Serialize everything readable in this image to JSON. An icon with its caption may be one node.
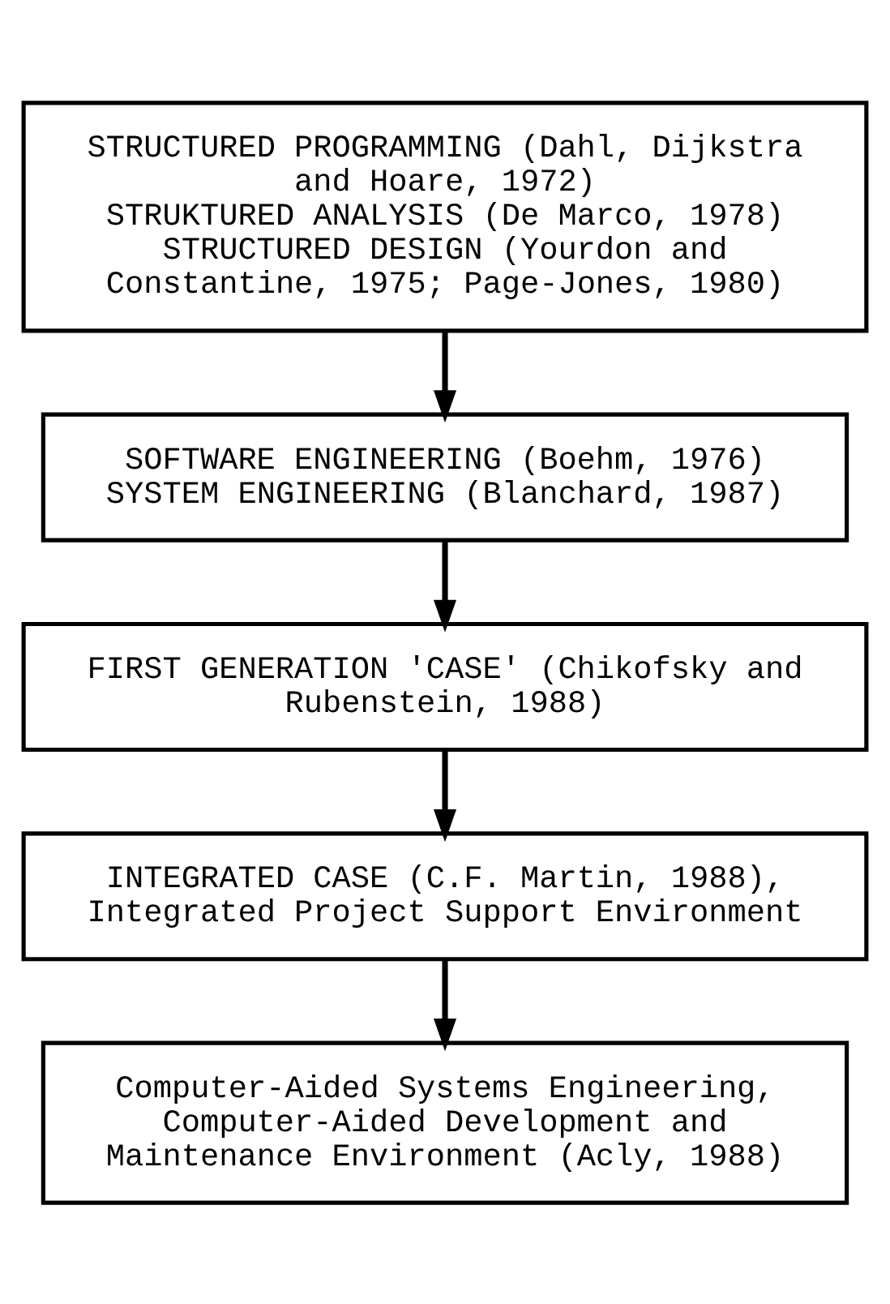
{
  "diagram": {
    "nodes": [
      {
        "text": [
          "STRUCTURED PROGRAMMING (Dahl, Dijkstra and Hoare, 1972)",
          "STRUKTURED ANALYSIS (De Marco, 1978)",
          "STRUCTURED DESIGN (Yourdon and Constantine, 1975; Page-Jones, 1980)"
        ]
      },
      {
        "text": [
          "SOFTWARE ENGINEERING (Boehm, 1976)",
          "SYSTEM ENGINEERING (Blanchard, 1987)"
        ]
      },
      {
        "text": [
          "FIRST GENERATION 'CASE' (Chikofsky and Rubenstein, 1988)"
        ]
      },
      {
        "text": [
          "INTEGRATED CASE (C.F. Martin, 1988),",
          "Integrated Project Support Environment"
        ]
      },
      {
        "text": [
          "Computer-Aided Systems Engineering, Computer-Aided Development and Maintenance Environment (Acly, 1988)"
        ]
      }
    ],
    "edges": [
      {
        "from": 0,
        "to": 1,
        "arrow": "to"
      },
      {
        "from": 1,
        "to": 2,
        "arrow": "to"
      },
      {
        "from": 2,
        "to": 3,
        "arrow": "to"
      },
      {
        "from": 3,
        "to": 4,
        "arrow": "to"
      }
    ]
  }
}
